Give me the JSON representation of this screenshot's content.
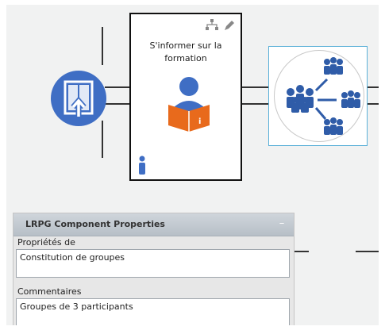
{
  "activity": {
    "title": "S'informer sur la formation",
    "tool_icons": [
      "hierarchy-icon",
      "pencil-icon"
    ],
    "role_icon": "person-icon",
    "main_icon": "reading-person-icon"
  },
  "entry_node": {
    "icon": "door-entry-icon",
    "color": "#3f6ec4"
  },
  "group_node": {
    "icon": "group-split-icon",
    "color": "#2f5ca8"
  },
  "panel": {
    "title": "LRPG Component Properties",
    "collapse_label": "–",
    "properties_label": "Propriétés de",
    "properties_value": "Constitution de groupes",
    "comments_label": "Commentaires",
    "comments_value": "Groupes de 3 participants"
  }
}
